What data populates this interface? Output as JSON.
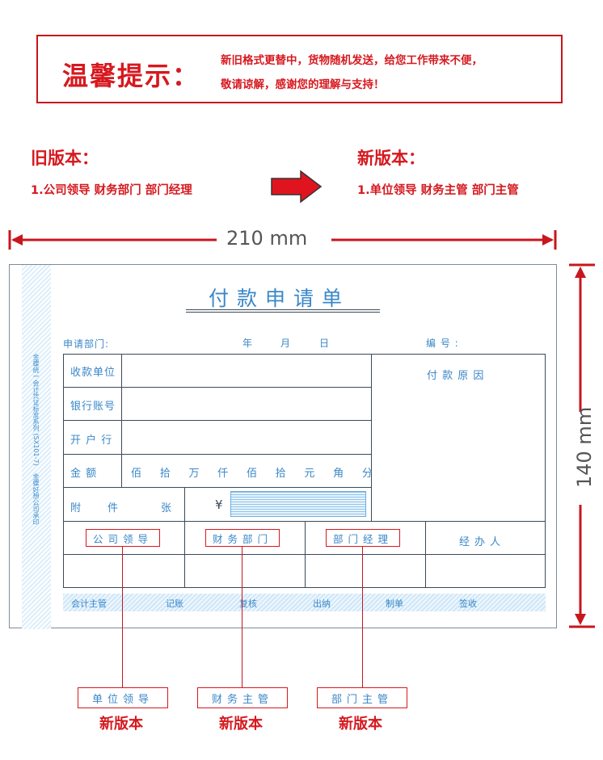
{
  "notice": {
    "title": "温馨提示：",
    "line1": "新旧格式更替中，货物随机发送，给您工作带来不便，",
    "line2": "敬请谅解，感谢您的理解与支持！"
  },
  "old_version": {
    "title": "旧版本：",
    "line": "1.公司领导  财务部门  部门经理"
  },
  "new_version": {
    "title": "新版本：",
    "line": "1.单位领导  财务主管  部门主管"
  },
  "dimensions": {
    "width": "210 mm",
    "height": "140 mm"
  },
  "form": {
    "title": "付款申请单",
    "stub_text_1": "金蝶统一会计凭证标准系列 (SX101-7)",
    "stub_text_2": "金蝶好想公司承印",
    "apply_dept": "申请部门:",
    "year": "年",
    "month": "月",
    "day": "日",
    "number": "编 号 :",
    "payee": "收款单位",
    "bank_account": "银行账号",
    "bank": "开 户 行",
    "amount": "金    额",
    "units": [
      "佰",
      "拾",
      "万",
      "仟",
      "佰",
      "拾",
      "元",
      "角",
      "分"
    ],
    "attach": "附",
    "attach_mid": "件",
    "attach_end": "张",
    "yen": "¥",
    "reason": "付 款 原 因",
    "sign_boxes": [
      "公司领导",
      "财务部门",
      "部门经理"
    ],
    "handler": "经办人",
    "footer": [
      "会计主管",
      "记账",
      "复核",
      "出纳",
      "制单",
      "签收"
    ]
  },
  "callouts": [
    {
      "label": "单位领导",
      "tag": "新版本"
    },
    {
      "label": "财务主管",
      "tag": "新版本"
    },
    {
      "label": "部门主管",
      "tag": "新版本"
    }
  ],
  "colors": {
    "accent_red": "#d6191f",
    "form_blue": "#3a87c8",
    "arrow_red": "#e0141e"
  }
}
